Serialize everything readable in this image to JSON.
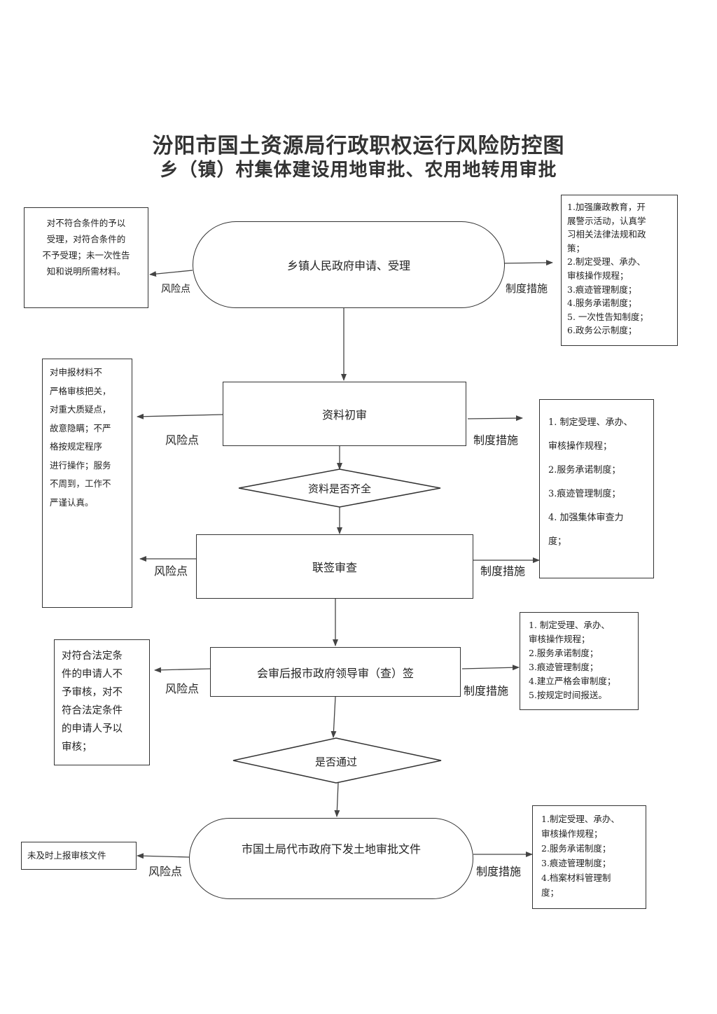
{
  "title": "汾阳市国土资源局行政职权运行风险防控图",
  "subtitle": "乡（镇）村集体建设用地审批、农用地转用审批",
  "risk_label": "风险点",
  "measure_label": "制度措施",
  "steps": [
    {
      "label": "乡镇人民政府申请、受理"
    },
    {
      "label": "资料初审"
    },
    {
      "label": "资料是否齐全"
    },
    {
      "label": "联签审查"
    },
    {
      "label": "会审后报市政府领导审（查）签"
    },
    {
      "label": "是否通过"
    },
    {
      "label": "市国土局代市政府下发土地审批文件"
    }
  ],
  "risks": [
    {
      "lines": [
        "对不符合条件的予以",
        "受理，对符合条件的",
        "不予受理；未一次性告",
        "知和说明所需材料。"
      ]
    },
    {
      "lines": [
        "对申报材料不",
        "严格审核把关，",
        "对重大质疑点，",
        "故意隐瞒；不严",
        "格按规定程序",
        "进行操作；服务",
        "不周到，工作不",
        "严谨认真。"
      ]
    },
    {
      "lines": [
        "对符合法定条",
        "件的申请人不",
        "予审核，对不",
        "符合法定条件",
        "的申请人予以",
        "审核；"
      ]
    },
    {
      "lines": [
        "未及时上报审核文件"
      ]
    }
  ],
  "measures": [
    {
      "lines": [
        "1.加强廉政教育，开",
        "展警示活动，认真学",
        "习相关法律法规和政",
        "策；",
        "2.制定受理、承办、",
        "审核操作规程；",
        "3.痕迹管理制度；",
        "4.服务承诺制度；",
        "5. 一次性告知制度；",
        "6.政务公示制度；"
      ]
    },
    {
      "lines": [
        "1. 制定受理、承办、",
        "审核操作规程；",
        "2.服务承诺制度；",
        "3.痕迹管理制度；",
        "4. 加强集体审查力",
        "度；"
      ]
    },
    {
      "lines": [
        "1. 制定受理、承办、",
        "审核操作规程；",
        "2.服务承诺制度；",
        "3.痕迹管理制度；",
        "4.建立严格会审制度；",
        "5.按规定时间报送。"
      ]
    },
    {
      "lines": [
        "1.制定受理、承办、",
        "审核操作规程；",
        "2.服务承诺制度；",
        "3.痕迹管理制度；",
        "4.档案材料管理制",
        "度；"
      ]
    }
  ]
}
